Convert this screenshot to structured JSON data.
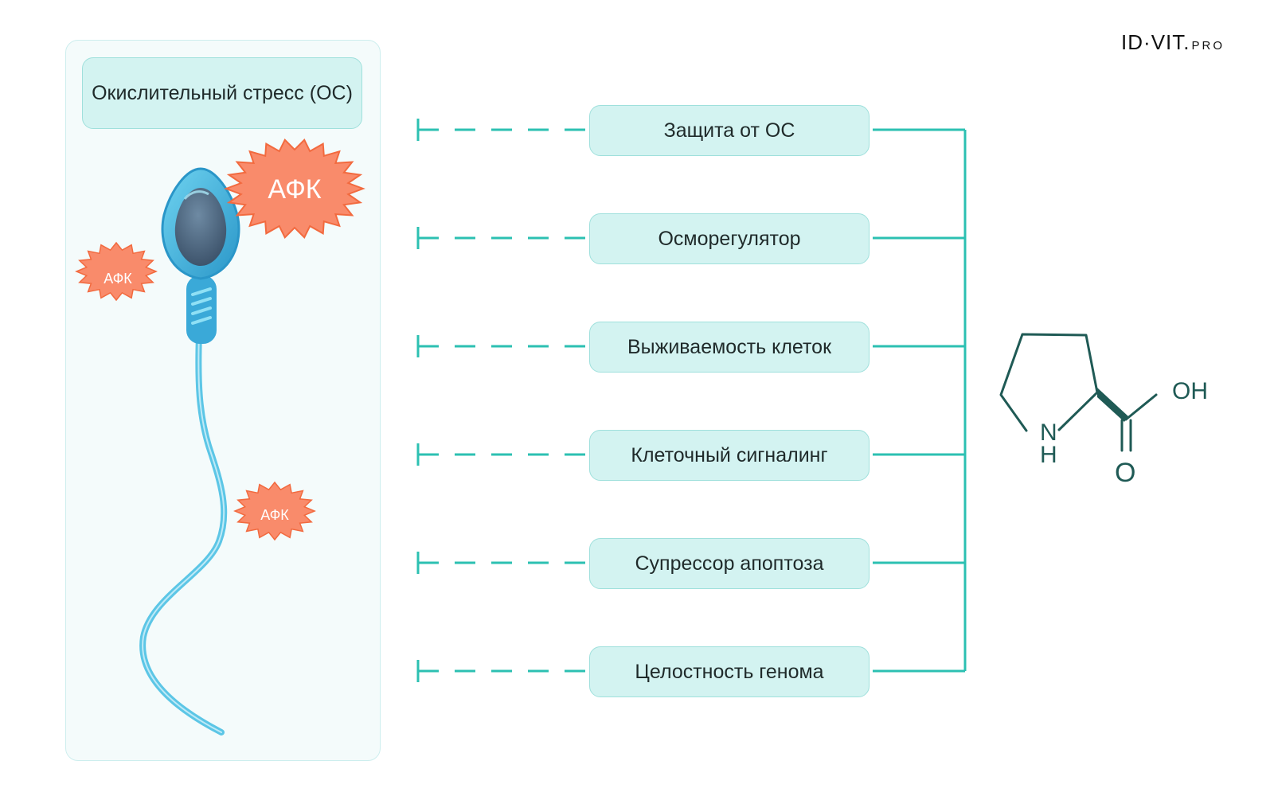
{
  "logo": {
    "main": "ID·VIT.",
    "suffix": "PRO"
  },
  "stress": {
    "title": "Окислительный стресс (ОС)"
  },
  "afk": {
    "large": "АФК",
    "small_top": "АФК",
    "small_bottom": "АФК"
  },
  "functions": [
    {
      "label": "Защита от ОС"
    },
    {
      "label": "Осморегулятор"
    },
    {
      "label": "Выживаемость клеток"
    },
    {
      "label": "Клеточный сигналинг"
    },
    {
      "label": "Супрессор апоптоза"
    },
    {
      "label": "Целостность генома"
    }
  ],
  "molecule": {
    "oh": "OH",
    "o": "O",
    "n": "N",
    "h": "H"
  },
  "colors": {
    "teal": "#2cc0b2",
    "box_fill": "#d3f3f1",
    "afk": "#f98b6b",
    "molecule": "#1f5a55",
    "sperm": "#3fb3dd"
  }
}
